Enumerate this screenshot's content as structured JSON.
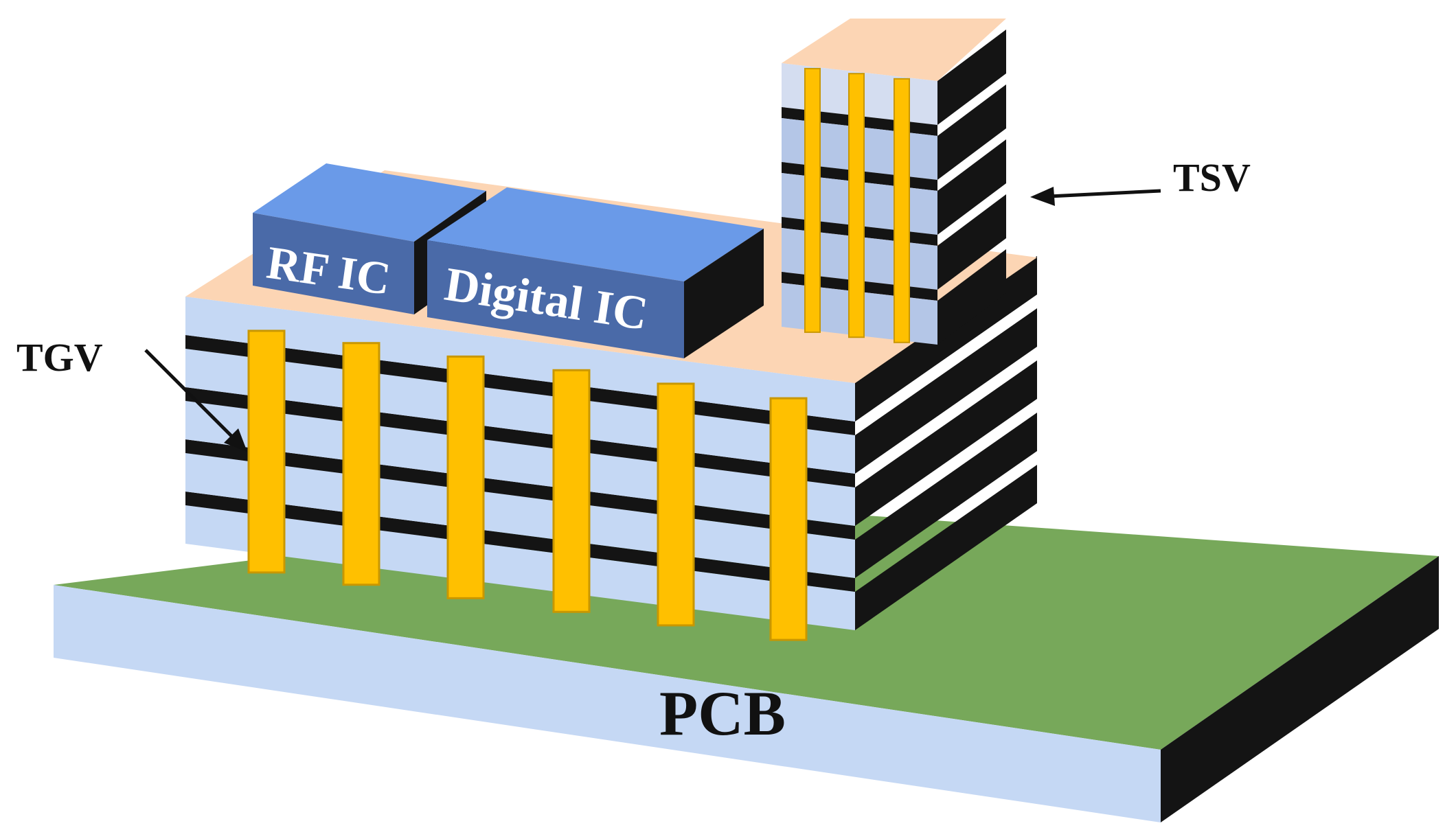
{
  "labels": {
    "rf_ic": "RF IC",
    "digital_ic": "Digital IC",
    "tsv": "TSV",
    "tgv": "TGV",
    "pcb": "PCB"
  },
  "colors": {
    "pcb_top": "#77a85a",
    "pcb_front": "#c5d8f4",
    "pcb_side": "#141414",
    "glass_front": "#c5d8f4",
    "glass_side": "#141414",
    "interposer_top": "#fcd5b4",
    "via": "#ffc000",
    "via_edge": "#c99700",
    "ic_top": "#6a9ae8",
    "ic_front": "#4a6aa8",
    "ic_side": "#141414",
    "ic_text": "#ffffff",
    "tsv_layer_front": "#b4c6e7",
    "tsv_top_layer": "#d4ddf0",
    "text": "#111111"
  }
}
